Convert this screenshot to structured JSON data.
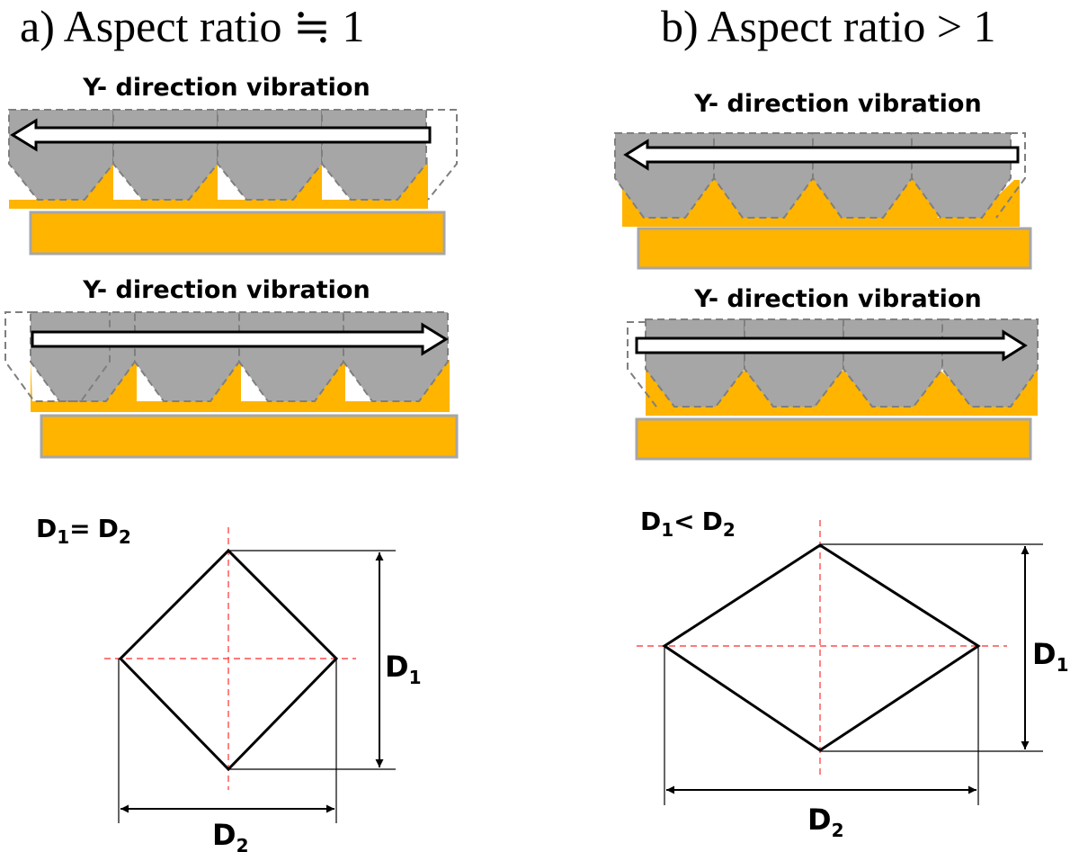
{
  "panel_a": {
    "heading": "a)  Aspect  ratio  ≒  1",
    "top_label": "Y- direction vibration",
    "bottom_label": "Y- direction vibration",
    "relation": {
      "d1": "D",
      "d1_sub": "1",
      "op": "=",
      "d2": "D",
      "d2_sub": "2"
    },
    "dim_vertical": {
      "letter": "D",
      "sub": "1"
    },
    "dim_horizontal": {
      "letter": "D",
      "sub": "2"
    }
  },
  "panel_b": {
    "heading": "b)  Aspect  ratio  >  1",
    "top_label": "Y- direction vibration",
    "bottom_label": "Y- direction vibration",
    "relation": {
      "d1": "D",
      "d1_sub": "1",
      "op": "<",
      "d2": "D",
      "d2_sub": "2"
    },
    "dim_vertical": {
      "letter": "D",
      "sub": "1"
    },
    "dim_horizontal": {
      "letter": "D",
      "sub": "2"
    }
  },
  "colors": {
    "substrate": "#ffb400",
    "tooth": "#a6a6a6",
    "centerline": "#ff4d4d"
  }
}
